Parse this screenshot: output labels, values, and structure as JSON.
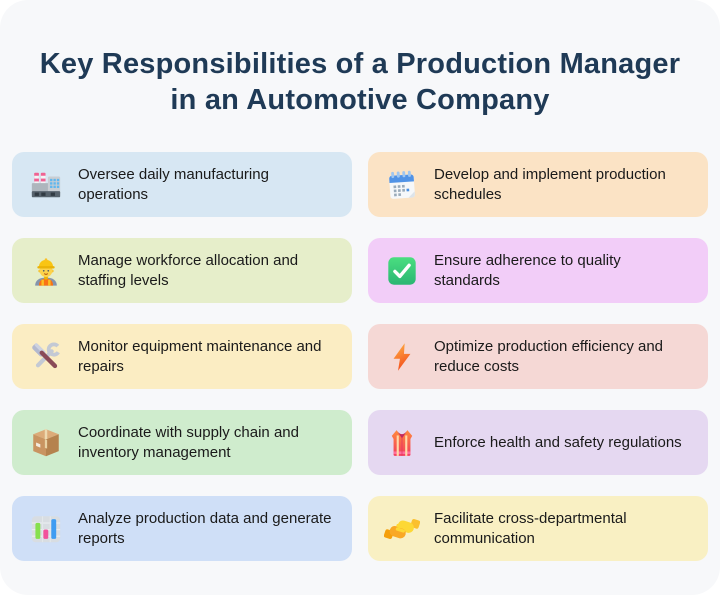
{
  "header": {
    "title_line1": "Key Responsibilities of a Production Manager",
    "title_line2": "in an Automotive Company"
  },
  "colors": {
    "canvas_bg": "#f7f8fa",
    "title_text": "#1f3a56",
    "card_text": "#1a1a1a"
  },
  "cards": [
    {
      "icon": "factory-icon",
      "label": "Oversee daily manufacturing operations",
      "bg": "#d7e7f3"
    },
    {
      "icon": "calendar-icon",
      "label": "Develop and implement production schedules",
      "bg": "#fbe3c5"
    },
    {
      "icon": "construction-worker-icon",
      "label": "Manage workforce allocation and staffing levels",
      "bg": "#e6eeca"
    },
    {
      "icon": "check-mark-icon",
      "label": "Ensure adherence to quality standards",
      "bg": "#f2cdf8"
    },
    {
      "icon": "hammer-wrench-icon",
      "label": "Monitor equipment maintenance and repairs",
      "bg": "#fbedc3"
    },
    {
      "icon": "lightning-bolt-icon",
      "label": "Optimize production efficiency and reduce costs",
      "bg": "#f5d8d5"
    },
    {
      "icon": "package-icon",
      "label": "Coordinate with supply chain and inventory management",
      "bg": "#cfeccd"
    },
    {
      "icon": "safety-vest-icon",
      "label": "Enforce health and safety regulations",
      "bg": "#e5d8f1"
    },
    {
      "icon": "bar-chart-icon",
      "label": "Analyze production data and generate reports",
      "bg": "#cfdff7"
    },
    {
      "icon": "handshake-icon",
      "label": "Facilitate cross-departmental communication",
      "bg": "#f9f0c3"
    }
  ]
}
